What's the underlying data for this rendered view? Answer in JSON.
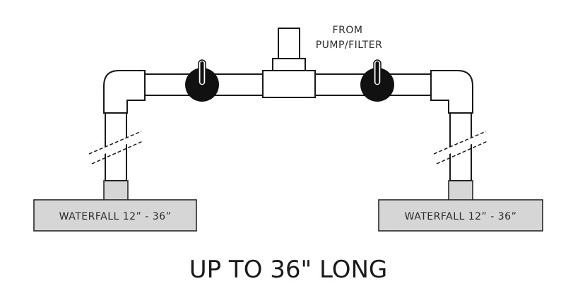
{
  "labels": {
    "source_line1": "FROM",
    "source_line2": "PUMP/FILTER",
    "waterfall_left": "WATERFALL 12” - 36”",
    "waterfall_right": "WATERFALL 12” - 36”",
    "caption": "UP TO 36\" LONG"
  },
  "colors": {
    "pipe_stroke": "#1a1a1a",
    "pipe_fill": "#ffffff",
    "waterfall_fill": "#d6d6d6",
    "valve_fill": "#111111"
  },
  "icons": [
    "valve-icon",
    "valve-icon",
    "break-mark-icon",
    "break-mark-icon"
  ]
}
